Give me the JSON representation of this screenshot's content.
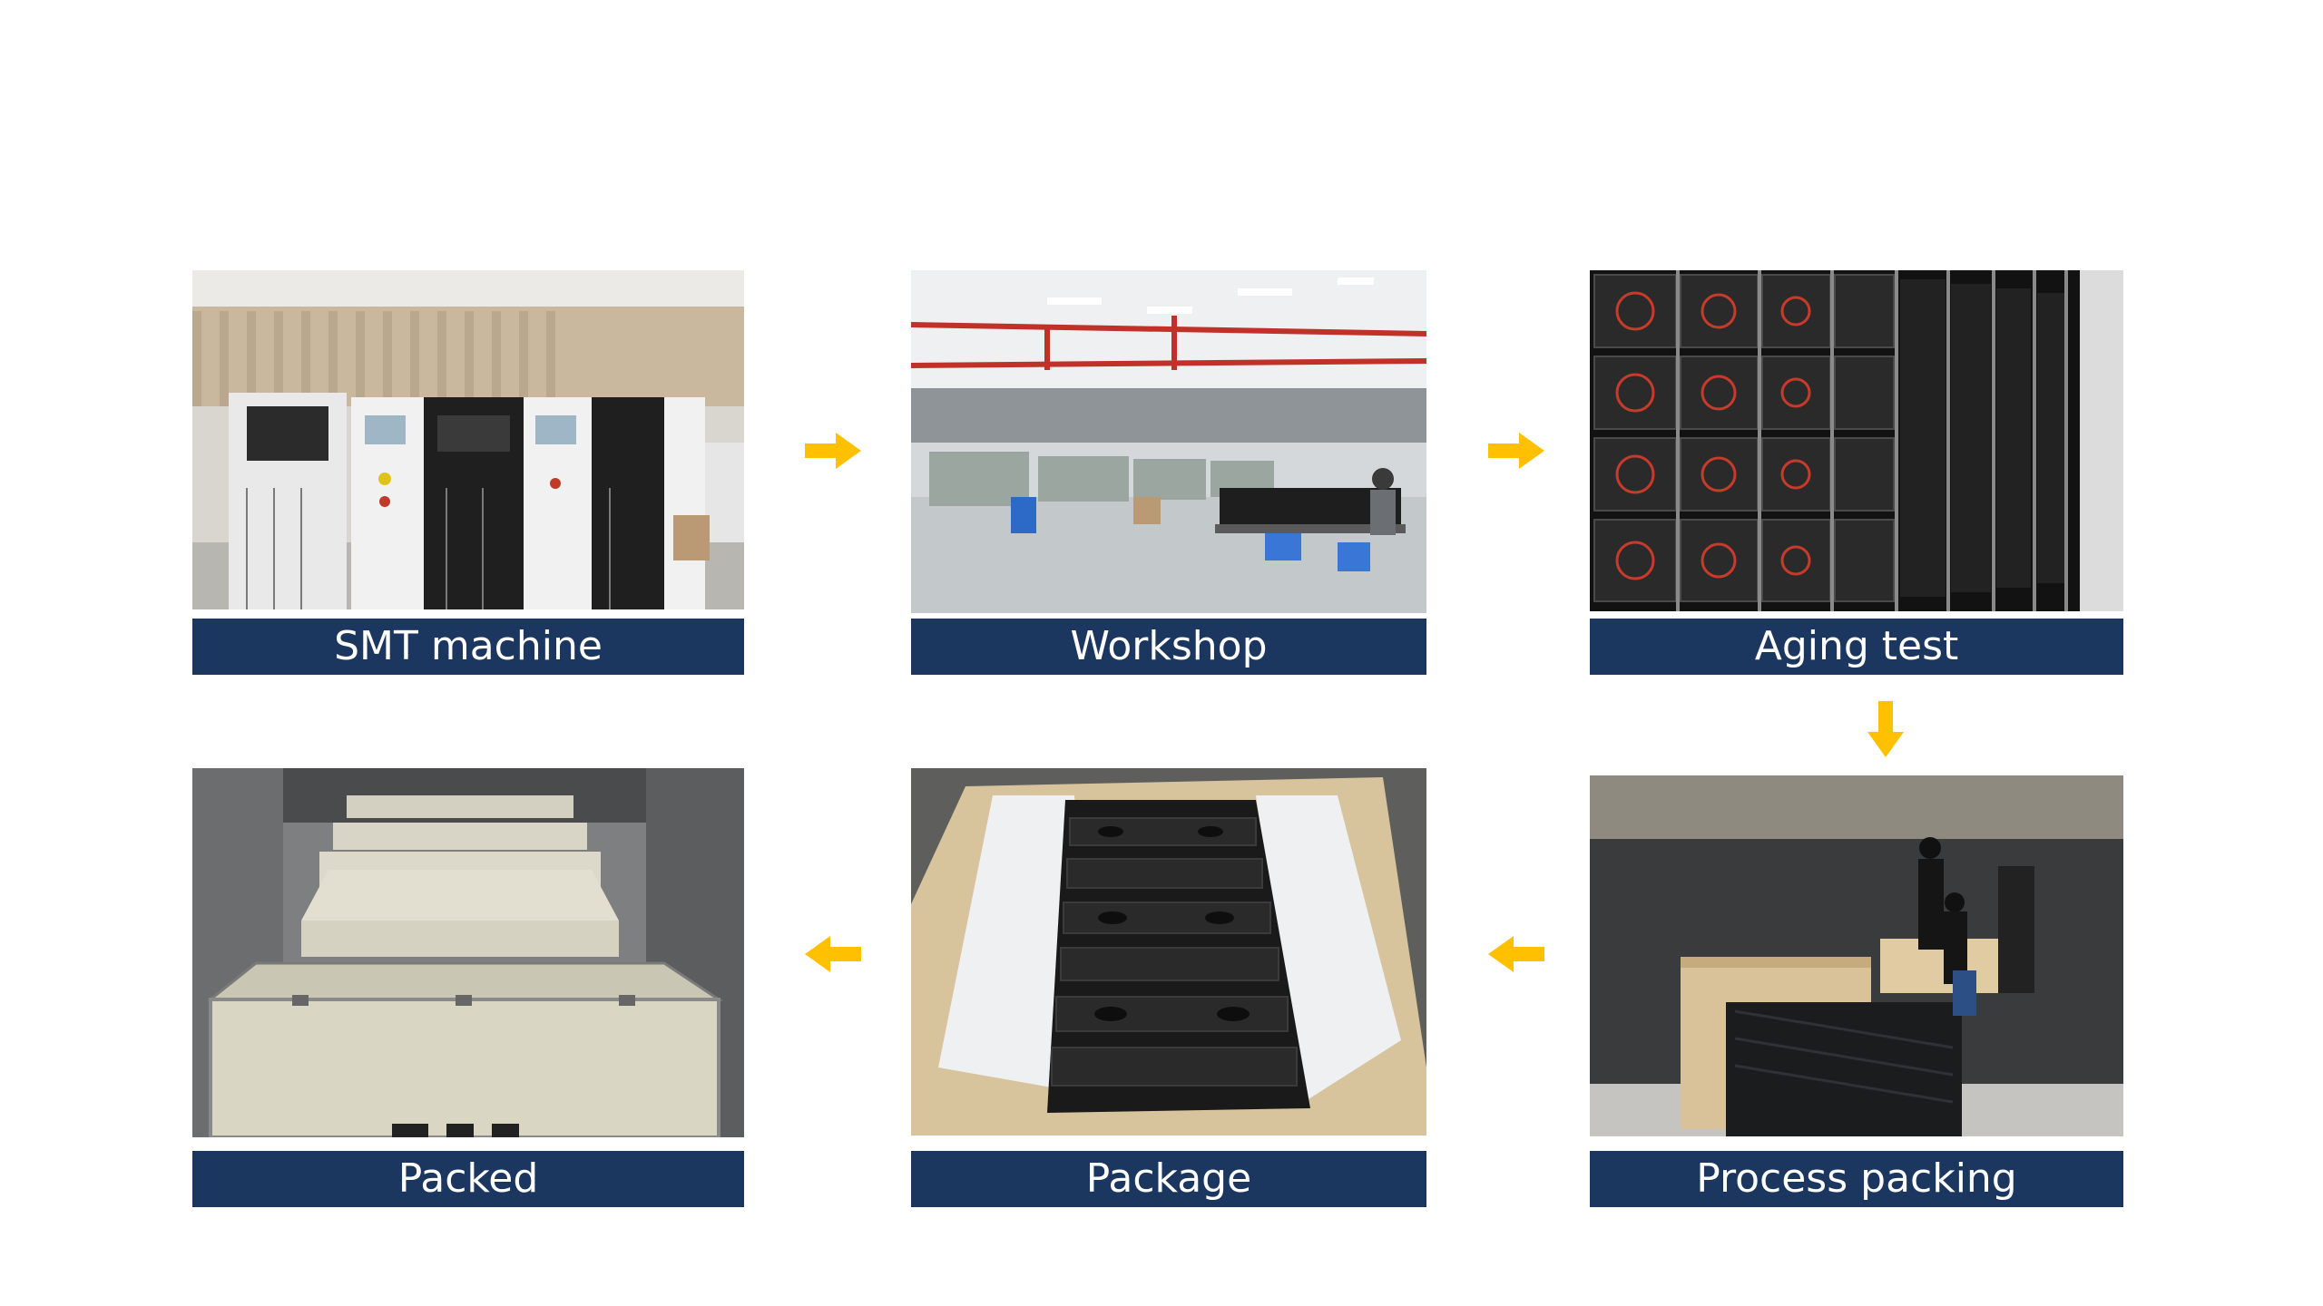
{
  "colors": {
    "caption_background": "#1b365f",
    "caption_text": "#ffffff",
    "arrow": "#ffc000",
    "page_background": "#ffffff"
  },
  "steps": [
    {
      "caption": "SMT machine",
      "photo": "smt-machine-line-photo"
    },
    {
      "caption": "Workshop",
      "photo": "assembly-workshop-photo"
    },
    {
      "caption": "Aging test",
      "photo": "aging-test-rack-photo"
    },
    {
      "caption": "Process packing",
      "photo": "process-packing-photo"
    },
    {
      "caption": "Package",
      "photo": "packaged-cabinets-in-crate-photo"
    },
    {
      "caption": "Packed",
      "photo": "packed-wooden-crates-photo"
    }
  ],
  "arrows": [
    {
      "from": "SMT machine",
      "to": "Workshop",
      "direction": "right"
    },
    {
      "from": "Workshop",
      "to": "Aging test",
      "direction": "right"
    },
    {
      "from": "Aging test",
      "to": "Process packing",
      "direction": "down"
    },
    {
      "from": "Process packing",
      "to": "Package",
      "direction": "left"
    },
    {
      "from": "Package",
      "to": "Packed",
      "direction": "left"
    }
  ]
}
